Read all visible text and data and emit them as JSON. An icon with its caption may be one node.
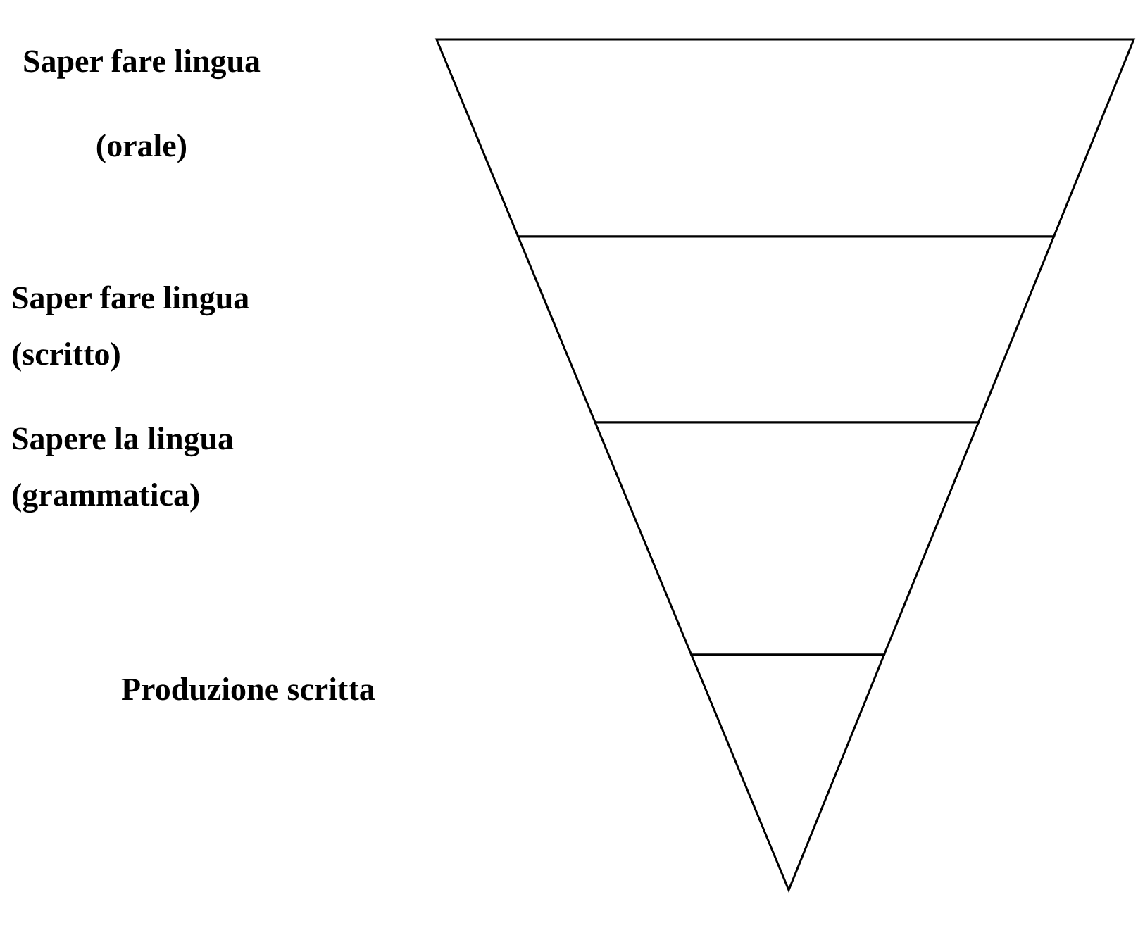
{
  "diagram": {
    "nodes": [
      {
        "text": [],
        "shape": "band"
      },
      {
        "text": [],
        "shape": "band"
      },
      {
        "text": [],
        "shape": "band"
      },
      {
        "text": [],
        "shape": "band"
      }
    ],
    "labels": [
      "Saper fare lingua (orale)",
      "Saper fare lingua (scritto)",
      "Sapere la lingua (grammatica)",
      "Produzione scritta"
    ]
  }
}
